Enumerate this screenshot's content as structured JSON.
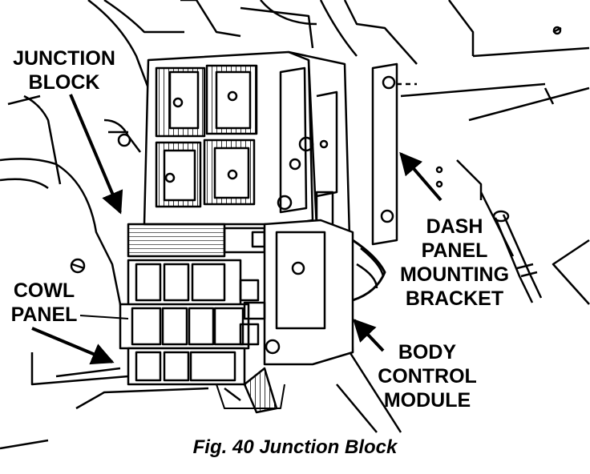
{
  "labels": {
    "junction_block": [
      "JUNCTION",
      "BLOCK"
    ],
    "cowl_panel": [
      "COWL",
      "PANEL"
    ],
    "dash_panel_mounting_bracket": [
      "DASH",
      "PANEL",
      "MOUNTING",
      "BRACKET"
    ],
    "body_control_module": [
      "BODY",
      "CONTROL",
      "MODULE"
    ]
  },
  "caption": "Fig. 40 Junction Block",
  "colors": {
    "ink": "#000000",
    "paper": "#ffffff"
  }
}
